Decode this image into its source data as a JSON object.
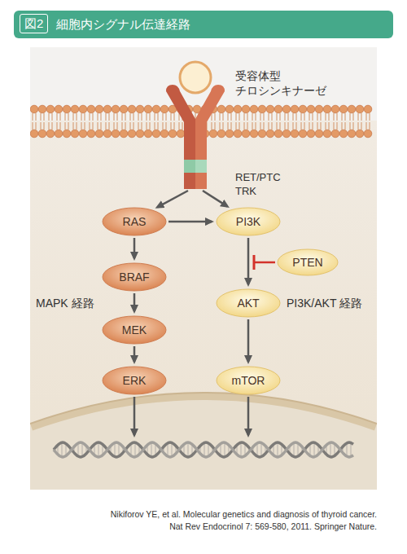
{
  "diagram": {
    "title": "細胞内シグナル伝達経路",
    "caption": "Nikiforov YE, et al. Molecular genetics and diagnosis of thyroid cancer. Nat Rev Endocrinol 7: 569-580, 2011. Springer Nature.",
    "nodes": [
      {
        "text": [
          "RAS"
        ]
      },
      {
        "text": [
          "PI3K"
        ]
      },
      {
        "text": [
          "BRAF"
        ]
      },
      {
        "text": [
          "PTEN"
        ]
      },
      {
        "text": [
          "AKT"
        ]
      },
      {
        "text": [
          "MEK"
        ]
      },
      {
        "text": [
          "ERK"
        ]
      },
      {
        "text": [
          "mTOR"
        ]
      }
    ],
    "edges": [
      {
        "from": 0,
        "to": 1,
        "arrow": "to"
      },
      {
        "from": 0,
        "to": 2,
        "arrow": "to"
      },
      {
        "from": 1,
        "to": 4,
        "arrow": "to"
      },
      {
        "from": 2,
        "to": 5,
        "arrow": "to"
      },
      {
        "from": 5,
        "to": 6,
        "arrow": "to"
      },
      {
        "from": 4,
        "to": 7,
        "arrow": "to"
      }
    ],
    "labels": [
      "図2",
      "受容体型 チロシンキナーゼ",
      "RET/PTC TRK",
      "MAPK 経路",
      "PI3K/AKT 経路"
    ]
  }
}
